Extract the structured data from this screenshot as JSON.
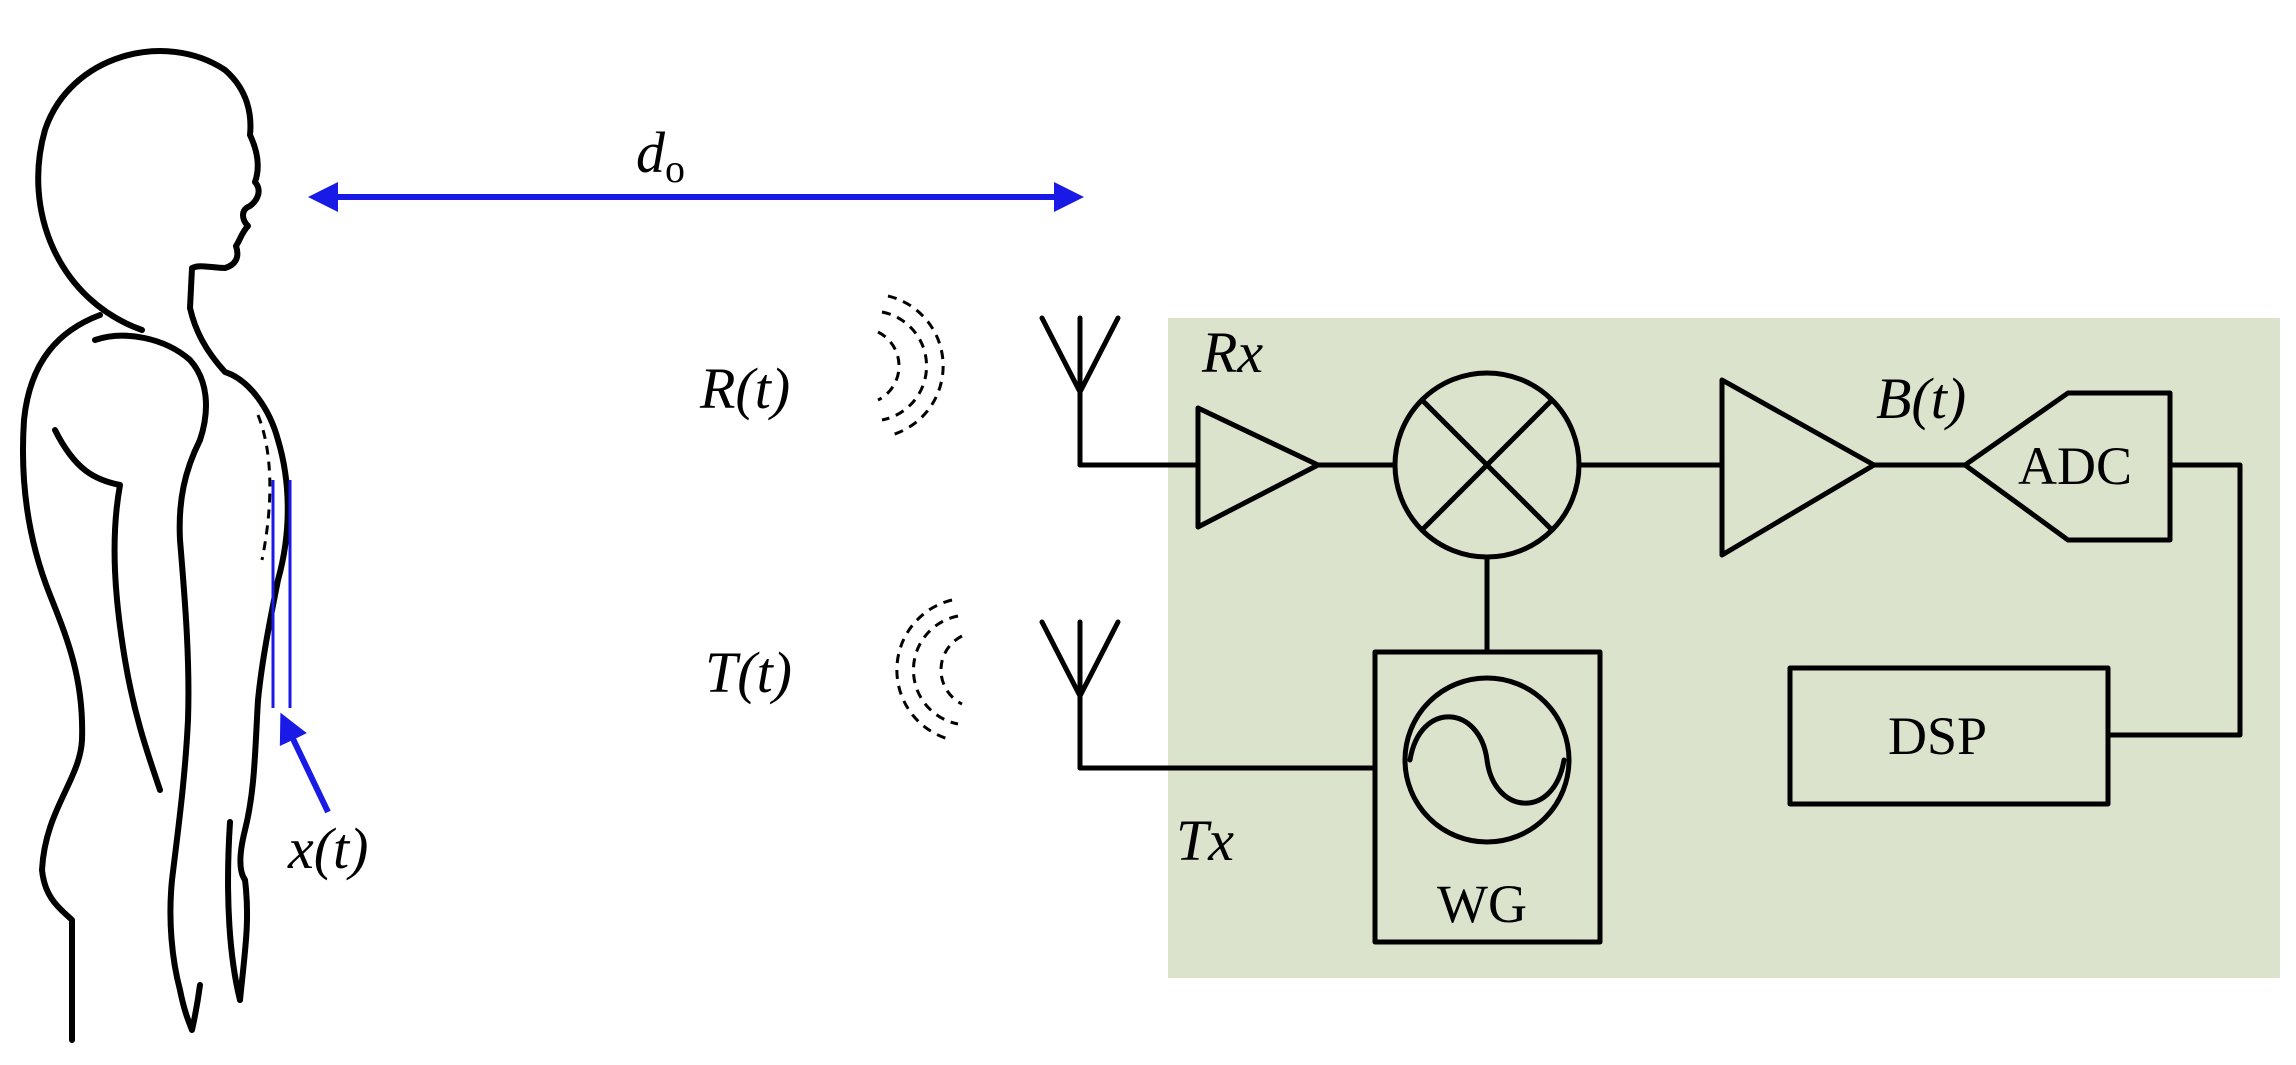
{
  "colors": {
    "panel": "#dbe3cd",
    "arrow": "#1a1ae6",
    "stroke": "#000000"
  },
  "labels": {
    "distance": "d",
    "distance_sub": "o",
    "received": "R(t)",
    "transmitted": "T(t)",
    "displacement": "x(t)",
    "rx": "Rx",
    "tx": "Tx",
    "baseband": "B(t)"
  },
  "blocks": {
    "adc": "ADC",
    "dsp": "DSP",
    "wg": "WG"
  },
  "icons": {
    "person": "human-silhouette-icon",
    "antenna_rx": "antenna-icon",
    "antenna_tx": "antenna-icon",
    "amplifier": "amplifier-triangle-icon",
    "mixer": "mixer-cross-icon",
    "oscillator": "sine-oscillator-icon"
  }
}
